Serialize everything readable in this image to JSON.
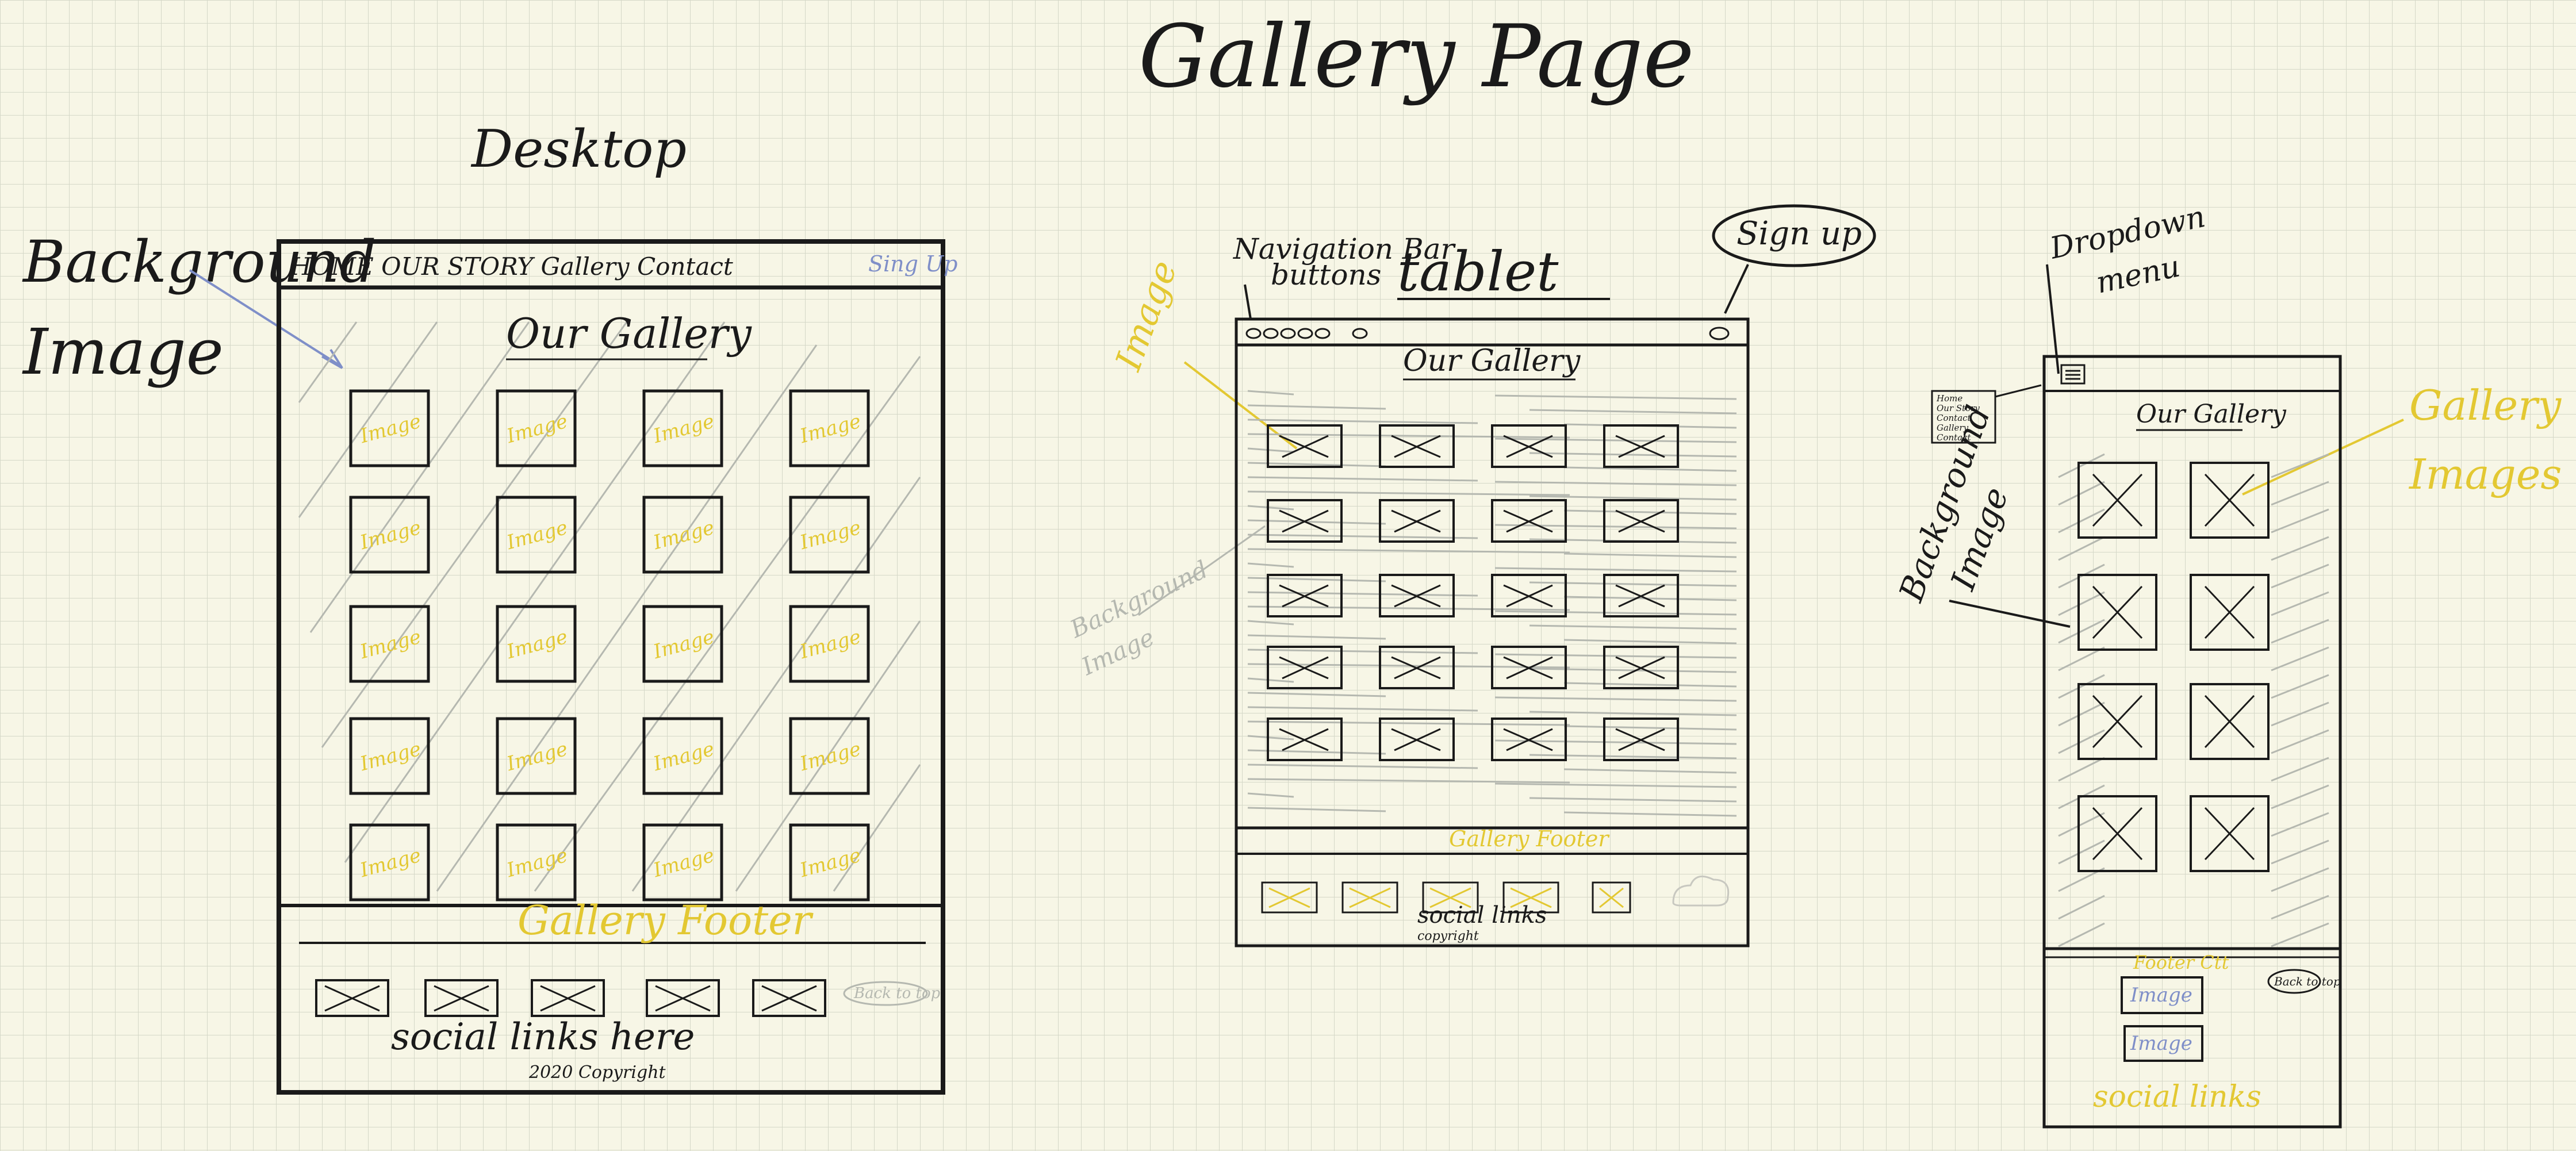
{
  "title": "Gallery Page",
  "desktop": {
    "label": "Desktop",
    "nav_left": "HOME OUR STORY Gallery Contact",
    "signup": "Sing Up",
    "gallery_title": "Our Gallery",
    "tile_label": "Image",
    "footer_title": "Gallery Footer",
    "social_text": "social links here",
    "copyright": "2020 Copyright",
    "back_to_top": "Back to top",
    "annotation_bg_1": "Background",
    "annotation_bg_2": "Image"
  },
  "tablet": {
    "label": "tablet",
    "nav_annotation_1": "Navigation Bar",
    "nav_annotation_2": "buttons",
    "signup_bubble": "Sign up",
    "gallery_title": "Our Gallery",
    "footer_title": "Gallery Footer",
    "social_text": "social links",
    "copyright": "copyright",
    "annotation_image": "Image",
    "annotation_bg_1": "Background",
    "annotation_bg_2": "Image"
  },
  "mobile": {
    "dropdown_annotation_1": "Dropdown",
    "dropdown_annotation_2": "menu",
    "menu_items": [
      "Home",
      "Our Story",
      "Contact",
      "Gallery",
      "Contact"
    ],
    "gallery_title": "Our Gallery",
    "annotation_bg_1": "Background",
    "annotation_bg_2": "Image",
    "annotation_gallery_1": "Gallery",
    "annotation_gallery_2": "Images",
    "footer_title": "Footer Ctt",
    "back_to_top": "Back to top",
    "image_label": "Image",
    "social_text": "social links"
  },
  "colors": {
    "ink": "#1a1a1a",
    "yellow": "#e3c832",
    "blue": "#7f8fc8",
    "gray": "#b5b8b0"
  }
}
